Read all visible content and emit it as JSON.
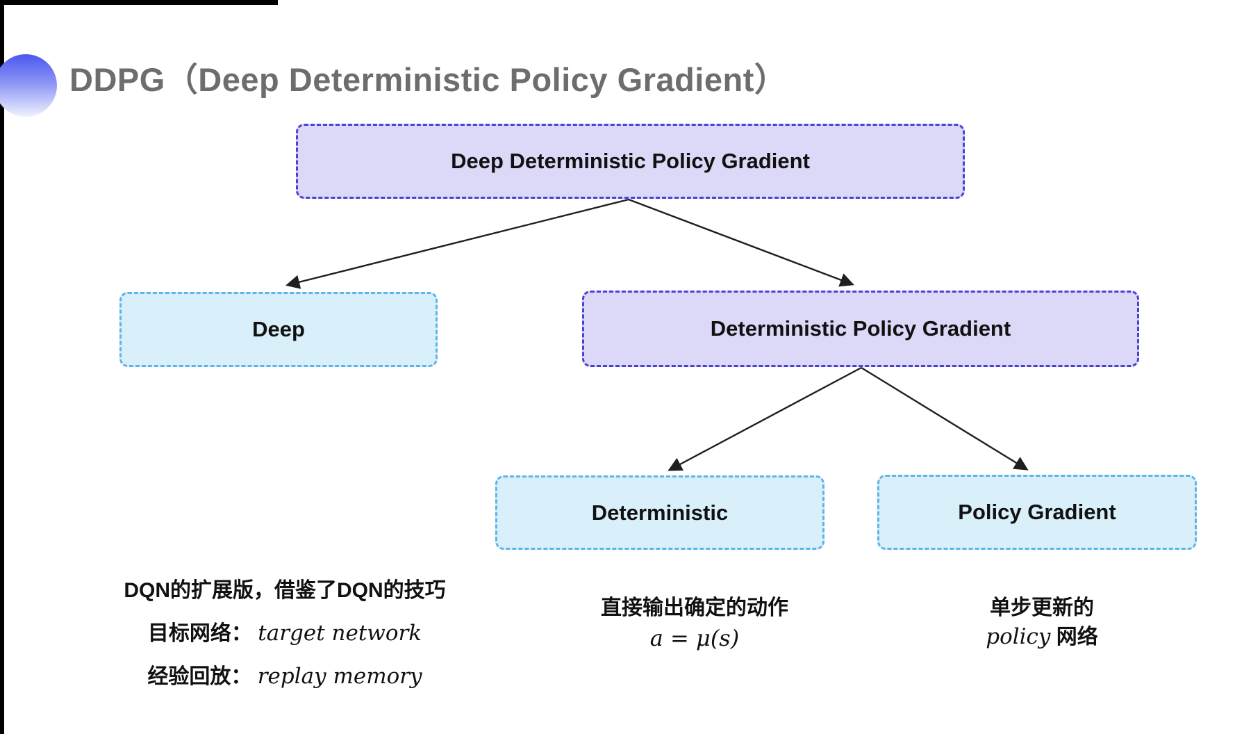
{
  "title": {
    "text": "DDPG（Deep Deterministic Policy Gradient）"
  },
  "icon": {
    "name": "title-bullet",
    "gradient_top": "#4a57ee",
    "gradient_bottom": "#eef2ff"
  },
  "diagram": {
    "nodes": [
      {
        "id": "root",
        "label": "Deep Deterministic Policy Gradient",
        "style": "purple"
      },
      {
        "id": "deep",
        "label": "Deep",
        "style": "cyan"
      },
      {
        "id": "dpg",
        "label": "Deterministic Policy Gradient",
        "style": "purple"
      },
      {
        "id": "det",
        "label": "Deterministic",
        "style": "cyan"
      },
      {
        "id": "pg",
        "label": "Policy Gradient",
        "style": "cyan"
      }
    ],
    "edges": [
      {
        "from": "root",
        "to": "deep"
      },
      {
        "from": "root",
        "to": "dpg"
      },
      {
        "from": "dpg",
        "to": "det"
      },
      {
        "from": "dpg",
        "to": "pg"
      }
    ],
    "colors": {
      "purple_fill": "#dcd8f8",
      "purple_border": "#4741d6",
      "cyan_fill": "#d9f0fb",
      "cyan_border": "#5db4e7",
      "arrow": "#1f1f1f",
      "text": "#111111",
      "title": "#6d6d6d"
    }
  },
  "notes": {
    "deep": {
      "line1": "DQN的扩展版，借鉴了DQN的技巧",
      "line2_label": "目标网络：",
      "line2_value": "target network",
      "line3_label": "经验回放：",
      "line3_value": "replay memory"
    },
    "deterministic": {
      "line1": "直接输出确定的动作",
      "formula": "a = μ(s)"
    },
    "policy_gradient": {
      "line1": "单步更新的",
      "line2_italic": "policy",
      "line2_rest": " 网络"
    }
  }
}
